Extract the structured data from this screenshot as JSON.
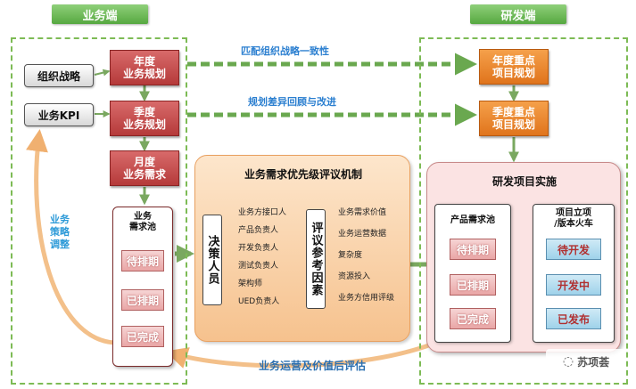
{
  "headers": {
    "business": "业务端",
    "rd": "研发端"
  },
  "left_inputs": {
    "org_strategy": "组织战略",
    "biz_kpi": "业务KPI"
  },
  "plans": {
    "annual": "年度\n业务规划",
    "quarterly": "季度\n业务规划",
    "monthly": "月度\n业务需求"
  },
  "arrows": {
    "align": "匹配组织战略一致性",
    "review": "规划差异回顾与改进"
  },
  "rd_plans": {
    "annual": "年度重点\n项目规划",
    "quarterly": "季度重点\n项目规划"
  },
  "side_label": "业务\n策略\n调整",
  "biz_pool": {
    "title": "业务\n需求池",
    "items": [
      "待排期",
      "已排期",
      "已完成"
    ]
  },
  "mechanism": {
    "title": "业务需求优先级评议机制",
    "deciders_label": "决策人员",
    "deciders": [
      "业务方接口人",
      "产品负责人",
      "开发负责人",
      "测试负责人",
      "架构师",
      "UED负责人"
    ],
    "factors_label": "评议参考因素",
    "factors": [
      "业务需求价值",
      "业务运营数据",
      "复杂度",
      "资源投入",
      "业务方信用评级"
    ]
  },
  "rd_impl": {
    "title": "研发项目实施",
    "product_pool": {
      "title": "产品需求池",
      "items": [
        "待排期",
        "已排期",
        "已完成"
      ]
    },
    "release": {
      "title": "项目立项\n/版本火车",
      "items": [
        "待开发",
        "开发中",
        "已发布"
      ]
    }
  },
  "bottom_label": "业务运营及价值后评估",
  "watermark": "苏项荟",
  "colors": {
    "green": "#7dbb55",
    "red": "#b53a3a",
    "orange": "#e0741c",
    "blue": "#2b7fd0"
  }
}
